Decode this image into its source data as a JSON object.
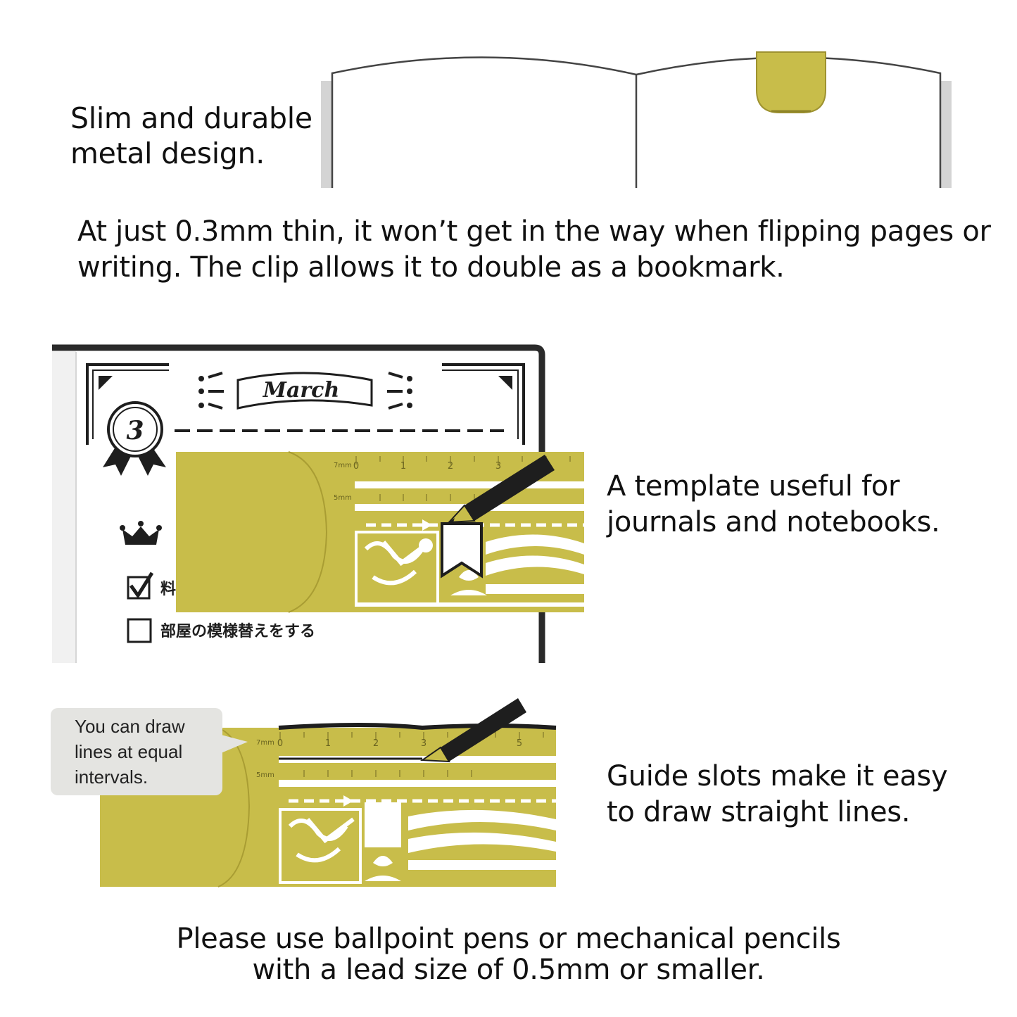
{
  "captions": {
    "slim": "Slim and durable\nmetal design.",
    "thin": "At just 0.3mm thin, it won’t get in the way when flipping pages or\nwriting. The clip allows it to double as a bookmark.",
    "template": "A template useful for\njournals and notebooks.",
    "guide": "Guide slots make it easy\nto draw straight lines.",
    "usage": "Please use ballpoint pens or mechanical pencils\nwith a lead size of 0.5mm or smaller."
  },
  "journal": {
    "month": "March",
    "day_number": "3",
    "todo_checked": "料",
    "todo_unchecked": "部屋の模様替えをする"
  },
  "ruler": {
    "label_7mm": "7mm",
    "label_5mm": "5mm",
    "ticks_top": [
      "0",
      "1",
      "2",
      "3"
    ],
    "ticks_bottom": [
      "0",
      "1",
      "2",
      "3",
      "5"
    ]
  },
  "bubble": {
    "text": "You can draw\nlines at equal\nintervals."
  },
  "colors": {
    "gold": "#c8bd4a",
    "gold_dark": "#a99d33",
    "ink": "#1e1e1e",
    "notebook_edge": "#cfcfcf",
    "bubble_bg": "#e4e4e1"
  },
  "icons": [
    "open-notebook-icon",
    "clip-bookmark-icon",
    "pencil-icon",
    "crown-icon",
    "award-ribbon-icon",
    "checkbox-icon",
    "banner-icon"
  ]
}
